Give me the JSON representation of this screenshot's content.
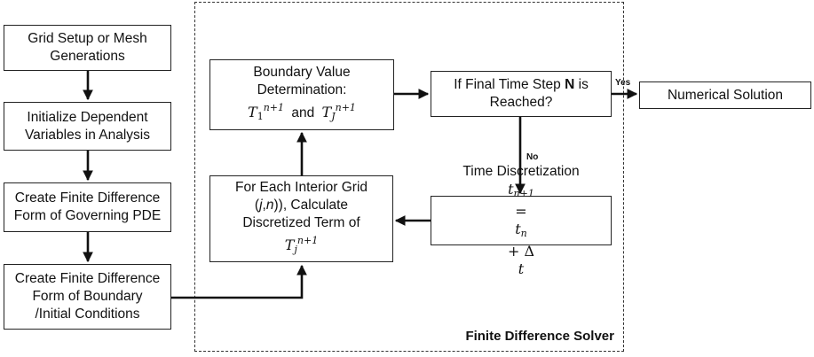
{
  "solver": {
    "title": "Finite Difference Solver"
  },
  "steps": {
    "grid": [
      "Grid Setup or Mesh",
      "Generations"
    ],
    "init": [
      "Initialize Dependent",
      "Variables in Analysis"
    ],
    "pde": [
      "Create Finite Difference",
      "Form of Governing PDE"
    ],
    "bc": [
      "Create Finite Difference",
      "Form of Boundary",
      "/Initial Conditions"
    ]
  },
  "boundary": {
    "line1": "Boundary Value",
    "line2": "Determination:",
    "and": "and"
  },
  "check": {
    "line1a": "If Final Time Step ",
    "bold": "N",
    "line1b": " is",
    "line2": "Reached?"
  },
  "solution": {
    "label": "Numerical Solution"
  },
  "interior": {
    "line1": "For Each Interior Grid",
    "line2b": "), Calculate",
    "line3": "Discretized Term of"
  },
  "time": {
    "label": "Time Discretization"
  },
  "labels": {
    "yes": "Yes",
    "no": "No"
  },
  "colors": {
    "stroke": "#222222",
    "arrow": "#111111"
  }
}
